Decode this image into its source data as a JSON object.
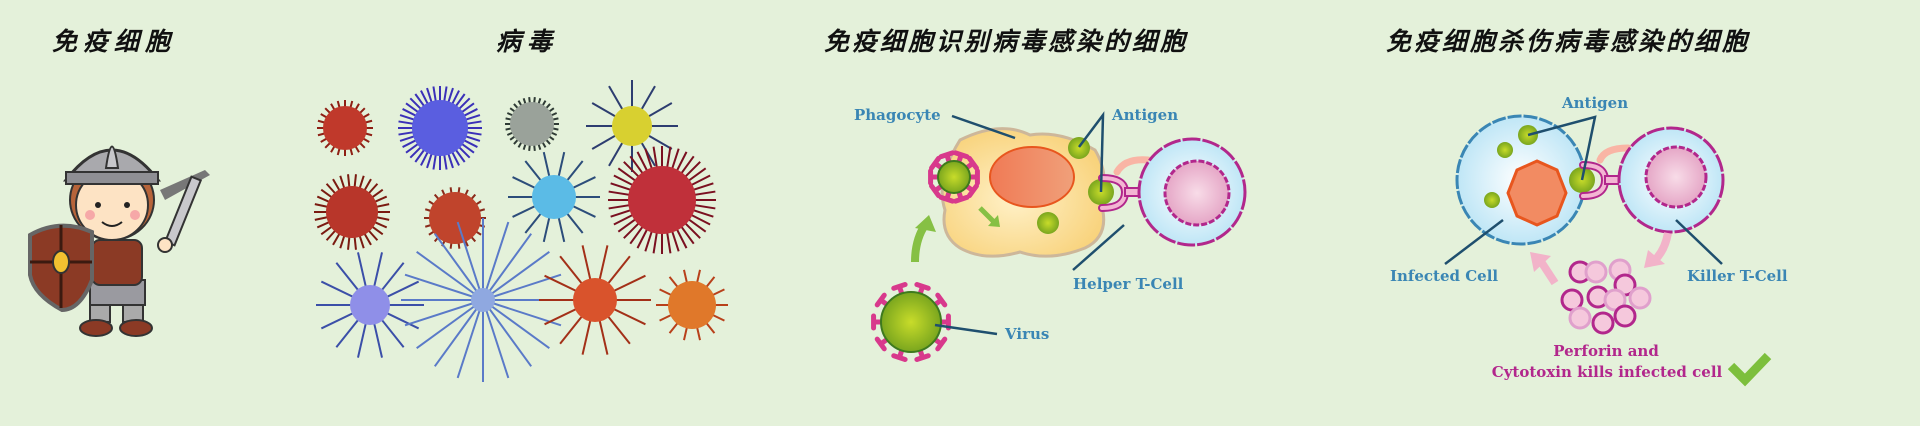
{
  "panels": {
    "immune_cell": {
      "title": "免疫细胞"
    },
    "virus": {
      "title": "病毒"
    },
    "recognize": {
      "title": "免疫细胞识别病毒感染的细胞",
      "labels": {
        "phagocyte": "Phagocyte",
        "antigen": "Antigen",
        "helper": "Helper T-Cell",
        "virus": "Virus"
      }
    },
    "kill": {
      "title": "免疫细胞杀伤病毒感染的细胞",
      "labels": {
        "antigen": "Antigen",
        "infected": "Infected Cell",
        "killer": "Killer T-Cell",
        "perforin_line1": "Perforin and",
        "perforin_line2": "Cytotoxin kills infected cell"
      }
    }
  },
  "colors": {
    "background": "#e4f1da",
    "label_blue": "#3a86b4",
    "label_pink": "#b2278c",
    "check_green": "#7cbf3c"
  }
}
